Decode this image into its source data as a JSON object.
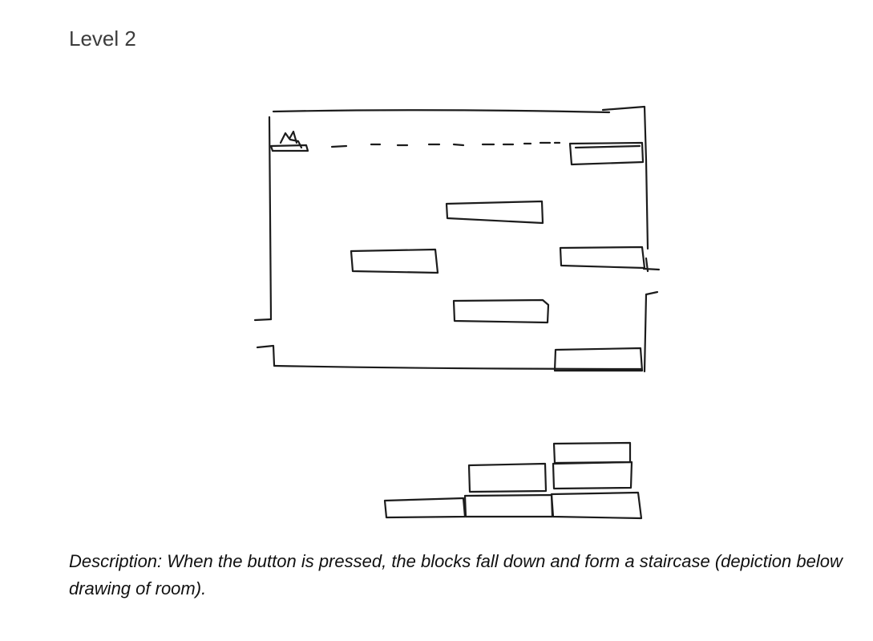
{
  "document": {
    "heading": "Level 2",
    "description": "Description: When the button is pressed, the blocks fall down and form a staircase (depiction below drawing of room)."
  },
  "sketches": {
    "room": {
      "icon": "hand-drawn-room-layout",
      "elements": [
        "wall-outline",
        "button-player",
        "dashed-path",
        "platform-blocks",
        "left-door",
        "right-door"
      ]
    },
    "staircase": {
      "icon": "hand-drawn-staircase"
    }
  }
}
